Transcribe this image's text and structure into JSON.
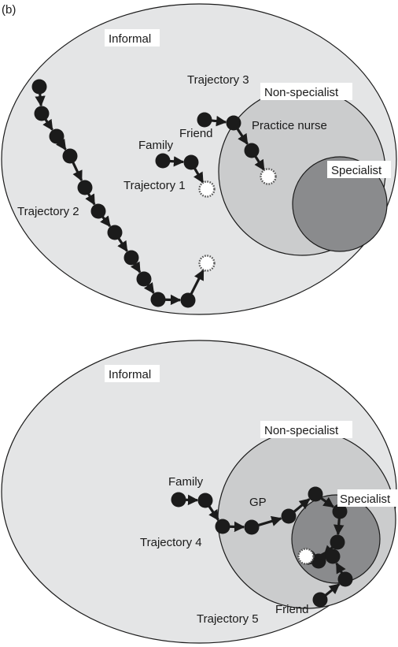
{
  "panel_label": "(b)",
  "colors": {
    "informal": "#e4e5e6",
    "nonspecialist": "#cbcccd",
    "specialist": "#8a8b8d",
    "node": "#1b1b1b",
    "outline": "#1b1b1b",
    "label_box": "#ffffff"
  },
  "top": {
    "informal": "Informal",
    "nonspecialist": "Non-specialist",
    "specialist": "Specialist",
    "trajectory1": "Trajectory 1",
    "trajectory2": "Trajectory 2",
    "trajectory3": "Trajectory 3",
    "family": "Family",
    "friend": "Friend",
    "practice_nurse": "Practice nurse"
  },
  "bottom": {
    "informal": "Informal",
    "nonspecialist": "Non-specialist",
    "specialist": "Specialist",
    "gp": "GP",
    "family": "Family",
    "friend": "Friend",
    "trajectory4": "Trajectory 4",
    "trajectory5": "Trajectory 5"
  }
}
